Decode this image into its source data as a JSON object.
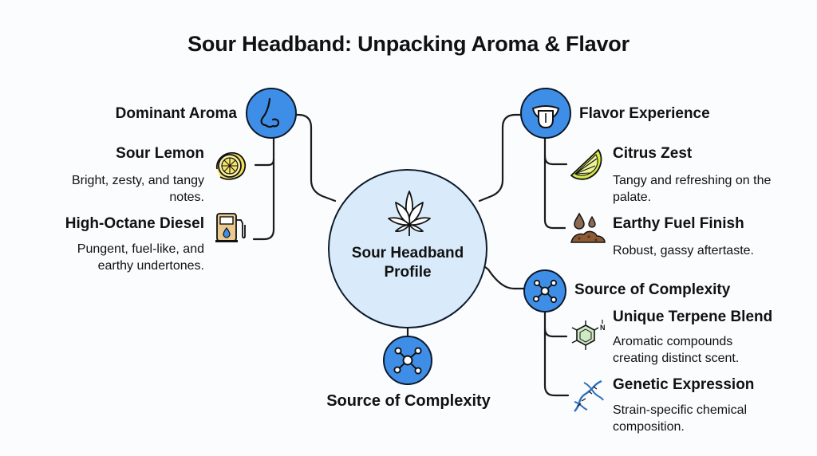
{
  "title": "Sour Headband: Unpacking Aroma & Flavor",
  "center": {
    "line1": "Sour Headband",
    "line2": "Profile"
  },
  "aroma": {
    "heading": "Dominant Aroma",
    "items": [
      {
        "title": "Sour Lemon",
        "desc_lines": [
          "Bright, zesty, and tangy",
          "notes."
        ]
      },
      {
        "title": "High-Octane Diesel",
        "desc_lines": [
          "Pungent, fuel-like, and",
          "earthy undertones."
        ]
      }
    ]
  },
  "flavor": {
    "heading": "Flavor Experience",
    "items": [
      {
        "title": "Citrus Zest",
        "desc_lines": [
          "Tangy and refreshing on the",
          "palate."
        ]
      },
      {
        "title": "Earthy Fuel Finish",
        "desc_lines": [
          "Robust, gassy aftertaste."
        ]
      }
    ]
  },
  "complexity_right": {
    "heading": "Source of Complexity",
    "items": [
      {
        "title": "Unique Terpene Blend",
        "desc_lines": [
          "Aromatic compounds",
          "creating distinct scent."
        ]
      },
      {
        "title": "Genetic Expression",
        "desc_lines": [
          "Strain-specific chemical",
          "composition."
        ]
      }
    ]
  },
  "complexity_bottom": {
    "heading": "Source of Complexity"
  },
  "colors": {
    "accent": "#3e8ee8",
    "hub_fill": "#d9ebfb",
    "outline": "#0d1a2b"
  },
  "icons": {
    "center": "cannabis-leaf-icon",
    "aroma": "nose-icon",
    "flavor": "tongue-mouth-icon",
    "complexity": "molecule-icon",
    "lemon": "lemon-slice-icon",
    "diesel": "fuel-pump-icon",
    "citrus": "lime-wedge-icon",
    "fuel_finish": "oil-drop-soil-icon",
    "terpene": "chemical-structure-icon",
    "genetic": "dna-helix-icon"
  }
}
